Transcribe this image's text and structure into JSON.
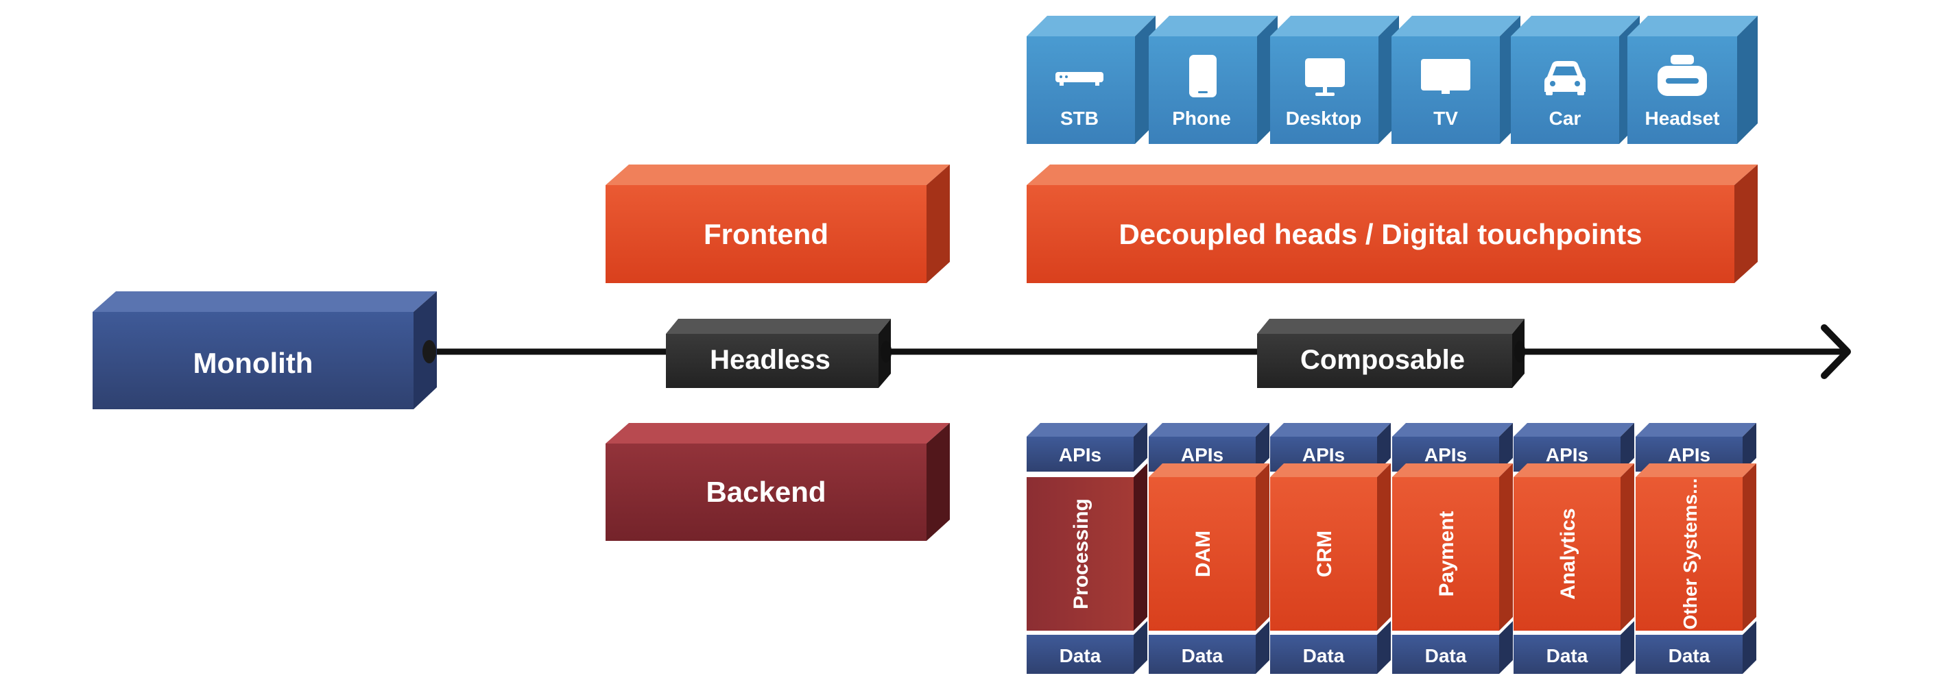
{
  "stages": {
    "monolith": "Monolith",
    "headless": "Headless",
    "composable": "Composable"
  },
  "layers": {
    "frontend": "Frontend",
    "backend": "Backend",
    "heads": "Decoupled heads / Digital touchpoints"
  },
  "devices": [
    {
      "label": "STB",
      "icon": "set-top-box-icon"
    },
    {
      "label": "Phone",
      "icon": "phone-icon"
    },
    {
      "label": "Desktop",
      "icon": "desktop-icon"
    },
    {
      "label": "TV",
      "icon": "tv-icon"
    },
    {
      "label": "Car",
      "icon": "car-icon"
    },
    {
      "label": "Headset",
      "icon": "headset-icon"
    }
  ],
  "services": [
    {
      "api": "APIs",
      "name": "Processing",
      "data": "Data"
    },
    {
      "api": "APIs",
      "name": "DAM",
      "data": "Data"
    },
    {
      "api": "APIs",
      "name": "CRM",
      "data": "Data"
    },
    {
      "api": "APIs",
      "name": "Payment",
      "data": "Data"
    },
    {
      "api": "APIs",
      "name": "Analytics",
      "data": "Data"
    },
    {
      "api": "APIs",
      "name": "Other Systems...",
      "data": "Data"
    }
  ],
  "colors": {
    "navy": "#344a80",
    "orange": "#e24a26",
    "maroon": "#832a2f",
    "blue": "#3d8bc3",
    "dark": "#2b2b2b",
    "arrow": "#111111"
  }
}
